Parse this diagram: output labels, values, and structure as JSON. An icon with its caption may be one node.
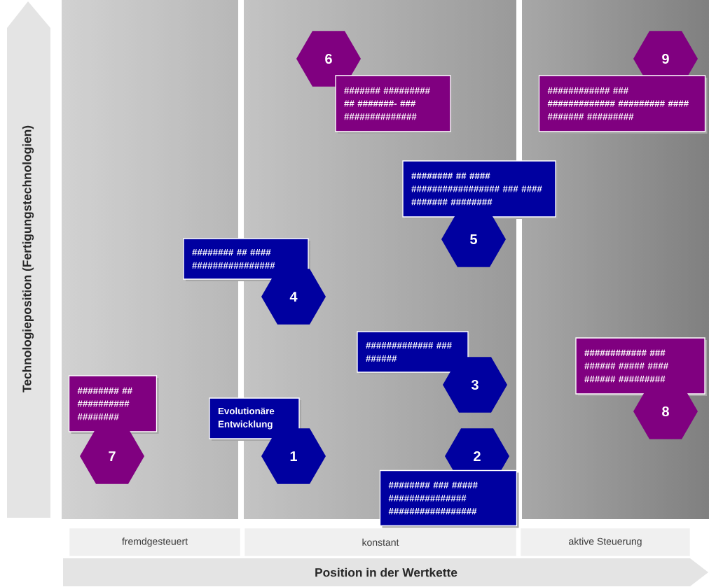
{
  "diagram": {
    "nodes": [
      {
        "text": [
          "Technologieposition (Fertigungstechnologien)"
        ]
      },
      {
        "text": [
          "6"
        ]
      },
      {
        "text": [
          "####### ######### ## #######- ### ##############"
        ]
      },
      {
        "text": [
          "9"
        ]
      },
      {
        "text": [
          "############ ### ############# ######### #### ####### #########"
        ]
      },
      {
        "text": [
          "######## ## #### ################# ### #### ####### ########"
        ]
      },
      {
        "text": [
          "5"
        ]
      },
      {
        "text": [
          "######## ## #### ################"
        ]
      },
      {
        "text": [
          "4"
        ]
      },
      {
        "text": [
          "############# ### ######"
        ]
      },
      {
        "text": [
          "3"
        ]
      },
      {
        "text": [
          "############ ### ###### ##### #### ###### #########"
        ]
      },
      {
        "text": [
          "8"
        ]
      },
      {
        "text": [
          "######## ## ########## ########"
        ]
      },
      {
        "text": [
          "Evolutionäre Entwicklung"
        ]
      },
      {
        "text": [
          "7"
        ]
      },
      {
        "text": [
          "1"
        ]
      },
      {
        "text": [
          "2"
        ]
      },
      {
        "text": [
          "######## ### ##### ############### #################"
        ]
      },
      {
        "text": [
          "fremdgesteuert"
        ]
      },
      {
        "text": [
          "konstant"
        ]
      },
      {
        "text": [
          "aktive Steuerung"
        ]
      },
      {
        "text": [
          "Position in der Wertkette"
        ]
      }
    ]
  }
}
